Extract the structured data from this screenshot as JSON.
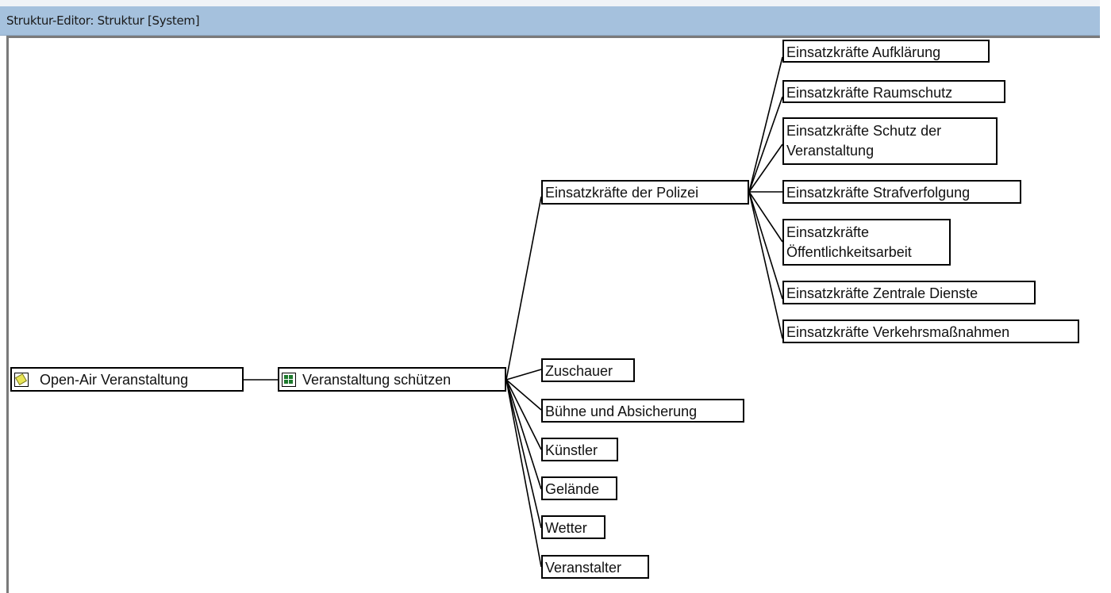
{
  "window": {
    "title": "Struktur-Editor: Struktur [System]"
  },
  "tree": {
    "root": {
      "label": "Open-Air Veranstaltung",
      "icon": "event-icon"
    },
    "level1": {
      "label": "Veranstaltung schützen",
      "icon": "grid-icon"
    },
    "level2": [
      {
        "label": "Einsatzkräfte der Polizei"
      },
      {
        "label": "Zuschauer"
      },
      {
        "label": "Bühne und Absicherung"
      },
      {
        "label": "Künstler"
      },
      {
        "label": "Gelände"
      },
      {
        "label": "Wetter"
      },
      {
        "label": "Veranstalter"
      }
    ],
    "level3": [
      {
        "label": "Einsatzkräfte Aufklärung"
      },
      {
        "label": "Einsatzkräfte Raumschutz"
      },
      {
        "label": "Einsatzkräfte Schutz der Veranstaltung"
      },
      {
        "label": "Einsatzkräfte Strafverfolgung"
      },
      {
        "label": "Einsatzkräfte Öffentlichkeitsarbeit"
      },
      {
        "label": "Einsatzkräfte Zentrale Dienste"
      },
      {
        "label": "Einsatzkräfte Verkehrsmaßnahmen"
      }
    ]
  },
  "colors": {
    "title_bar": "#a5c1dd",
    "node_border": "#000000",
    "event_icon": "#e8e455",
    "grid_icon": "#1e7a2e"
  }
}
